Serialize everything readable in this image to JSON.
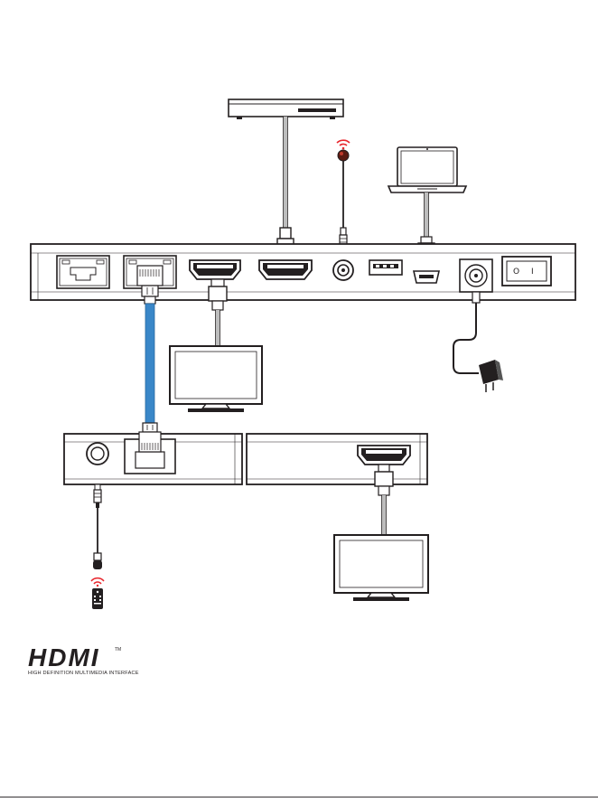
{
  "logo": {
    "word": "HDMI",
    "trademark": "TM",
    "tagline": "HIGH DEFINITION MULTIMEDIA INTERFACE"
  },
  "power_switch": {
    "on_mark": "I",
    "off_mark": "O"
  },
  "colors": {
    "cable_blue": "#3a87c8",
    "ir_red": "#e8262d",
    "outline": "#231f20",
    "cable_gray": "#bdbdbd"
  },
  "icons": [
    "set-top-box-icon",
    "ir-emitter-icon",
    "laptop-icon",
    "monitor-icon",
    "power-adapter-icon",
    "remote-control-icon",
    "ir-receiver-icon",
    "hdmi-port-icon",
    "rj45-port-icon",
    "usb-port-icon",
    "micro-usb-port-icon",
    "dc-jack-icon",
    "rocker-switch-icon"
  ]
}
